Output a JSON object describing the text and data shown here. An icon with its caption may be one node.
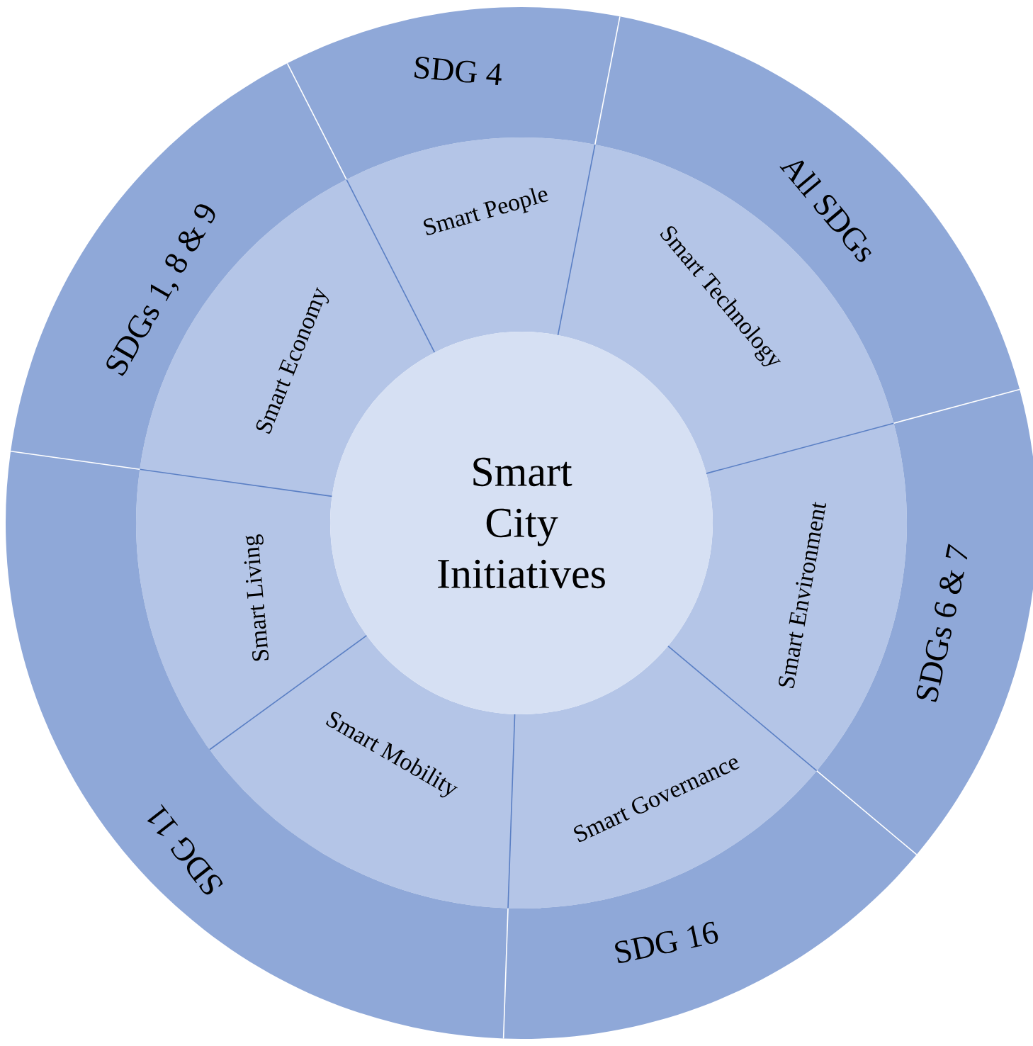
{
  "diagram": {
    "nodes": [
      {
        "text": [
          "Smart City Initiatives"
        ]
      },
      {
        "text": [
          "Smart People"
        ]
      },
      {
        "text": [
          "Smart Technology"
        ]
      },
      {
        "text": [
          "Smart Environment"
        ]
      },
      {
        "text": [
          "Smart Governance"
        ]
      },
      {
        "text": [
          "Smart Mobility"
        ]
      },
      {
        "text": [
          "Smart Living"
        ]
      },
      {
        "text": [
          "Smart Economy"
        ]
      },
      {
        "text": [
          "SDG 4"
        ]
      },
      {
        "text": [
          "All SDGs"
        ]
      },
      {
        "text": [
          "SDGs 6 & 7"
        ]
      },
      {
        "text": [
          "SDG 16"
        ]
      },
      {
        "text": [
          "SDG 11"
        ]
      },
      {
        "text": [
          "SDGs 1, 8 & 9"
        ]
      }
    ]
  }
}
